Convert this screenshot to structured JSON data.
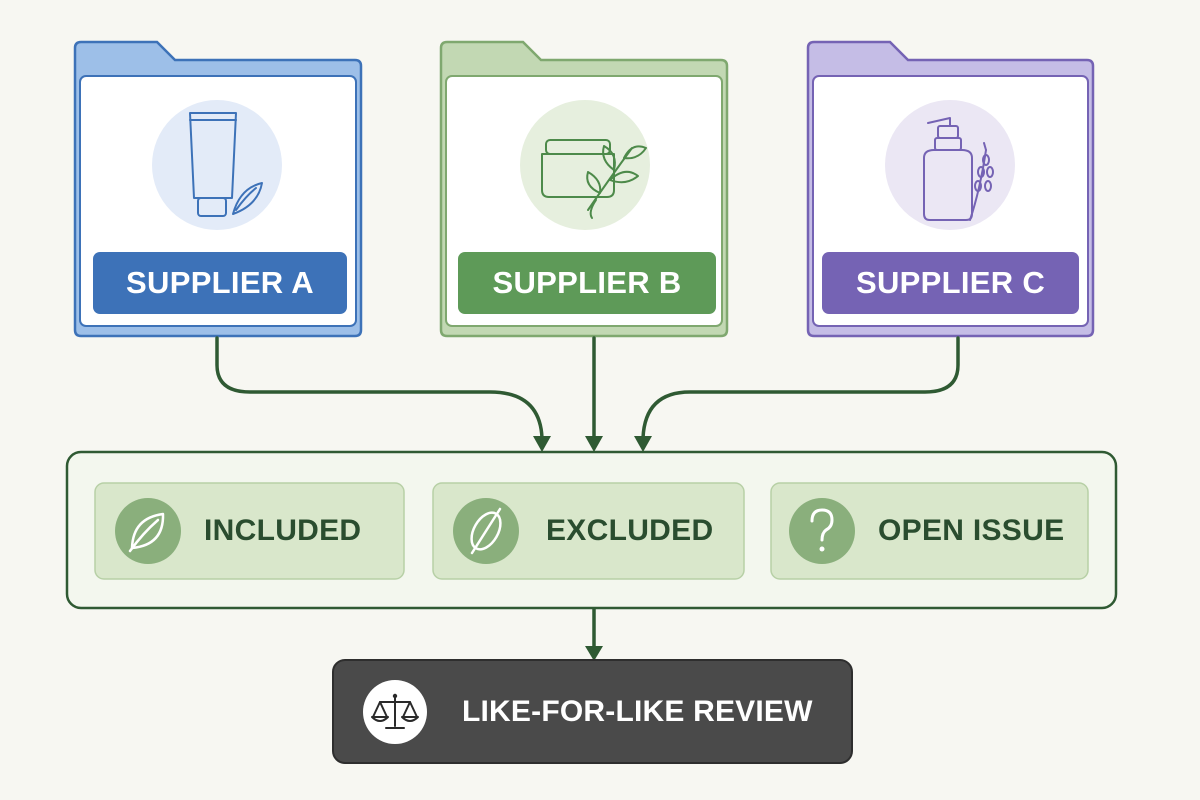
{
  "suppliers": [
    {
      "label": "SUPPLIER A",
      "icon": "tube-with-leaf-icon",
      "color": "#3d72b8",
      "light": "#e3ebf8",
      "tab": "#8cb0e0"
    },
    {
      "label": "SUPPLIER B",
      "icon": "jar-with-branch-icon",
      "color": "#5e9a58",
      "light": "#e6efde",
      "tab": "#b5d1a3"
    },
    {
      "label": "SUPPLIER C",
      "icon": "pump-bottle-with-lavender-icon",
      "color": "#7563b4",
      "light": "#ebe7f4",
      "tab": "#b7aedd"
    }
  ],
  "categories": [
    {
      "label": "INCLUDED",
      "icon": "leaf-icon"
    },
    {
      "label": "EXCLUDED",
      "icon": "crossed-leaf-icon"
    },
    {
      "label": "OPEN ISSUE",
      "icon": "question-mark-icon"
    }
  ],
  "review": {
    "label": "LIKE-FOR-LIKE REVIEW",
    "icon": "scales-icon"
  },
  "colors": {
    "connector": "#2f5a33",
    "category_fill": "#d9e7cb",
    "category_icon": "#8aaf7c",
    "review_fill": "#4a4a4a"
  }
}
